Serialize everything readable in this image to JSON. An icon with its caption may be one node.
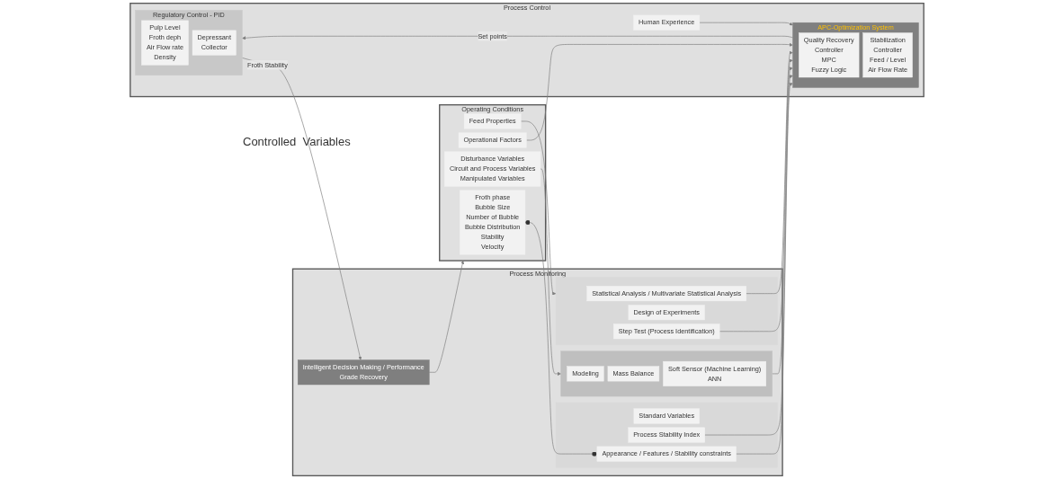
{
  "diagram": {
    "nodes": [
      {
        "text": [
          "Operating Conditions"
        ]
      },
      {
        "text": [
          "Feed Properties"
        ],
        "in": 0
      },
      {
        "text": [
          "Operational Factors"
        ],
        "in": 0
      },
      {
        "text": [
          "Disturbance Variables",
          "Circuit and Process Variables",
          "Manipulated  Variables"
        ],
        "in": 0
      },
      {
        "text": [
          "Froth phase",
          "Bubble Size",
          "Number of Bubble",
          "Bubble Distribution",
          "Stability",
          "Velocity"
        ],
        "in": 0
      },
      {
        "text": [
          "Process Monitoring"
        ]
      },
      {
        "text": [],
        "shape": "box",
        "in": 5
      },
      {
        "text": [
          "Statistical Analysis / Multivariate Statistical Analysis"
        ],
        "in": 6
      },
      {
        "text": [
          "Design of Experiments"
        ],
        "in": 6
      },
      {
        "text": [
          "Step Test (Process Identification)"
        ],
        "in": 6
      },
      {
        "text": [],
        "shape": "box",
        "in": 5
      },
      {
        "text": [
          "Modeling"
        ],
        "in": 10
      },
      {
        "text": [
          "Mass Balance"
        ],
        "in": 10
      },
      {
        "text": [
          "Soft Sensor (Machine Learning)",
          "ANN"
        ],
        "in": 10
      },
      {
        "text": [],
        "shape": "box",
        "in": 5
      },
      {
        "text": [
          "Standard Variables"
        ],
        "in": 14
      },
      {
        "text": [
          "Process Stability Index"
        ],
        "in": 14
      },
      {
        "text": [
          "Appearance / Features / Stability constraints"
        ],
        "in": 14
      },
      {
        "text": [
          "Intelligent Decision Making / Performance",
          "Grade Recovery"
        ],
        "in": 5
      },
      {
        "text": [
          "Process Control"
        ]
      },
      {
        "text": [
          "Human Experience"
        ],
        "in": 19
      },
      {
        "text": [
          "APC-Optimization System"
        ],
        "in": 19
      },
      {
        "text": [
          "Quality Recovery",
          "Controller",
          "MPC",
          "Fuzzy Logic"
        ],
        "in": 21
      },
      {
        "text": [
          "Stabilization",
          "Controller",
          "Feed / Level",
          "Air Flow Rate"
        ],
        "in": 21
      },
      {
        "text": [
          "Regulatory Control - PID"
        ],
        "in": 19
      },
      {
        "text": [
          "Pulp Level",
          "Froth deph",
          "Air Flow rate",
          "Density"
        ],
        "in": 24
      },
      {
        "text": [
          "Depressant",
          "Collector"
        ],
        "in": 24
      }
    ],
    "edges": [
      {
        "from": 1,
        "to": 6,
        "arrow": "to"
      },
      {
        "from": 3,
        "to": 10,
        "arrow": "to"
      },
      {
        "from": 2,
        "to": 21,
        "arrow": "to"
      },
      {
        "from": 7,
        "to": 21,
        "arrow": "to"
      },
      {
        "from": 9,
        "to": 21,
        "arrow": "to"
      },
      {
        "from": 10,
        "to": 21,
        "arrow": "to"
      },
      {
        "from": 16,
        "to": 21,
        "arrow": "to"
      },
      {
        "from": 17,
        "to": 21,
        "arrow": "to"
      },
      {
        "from": 20,
        "to": 21,
        "arrow": "to"
      },
      {
        "from": 21,
        "to": 24,
        "arrow": "to",
        "label": "Set points"
      },
      {
        "from": 24,
        "to": 18,
        "arrow": "to",
        "label": "Froth Stability"
      },
      {
        "from": 18,
        "to": 0,
        "arrow": "to"
      },
      {
        "from": 4,
        "to": 17,
        "arrow": "other"
      }
    ],
    "labels": [
      "Controlled  Variables"
    ]
  }
}
